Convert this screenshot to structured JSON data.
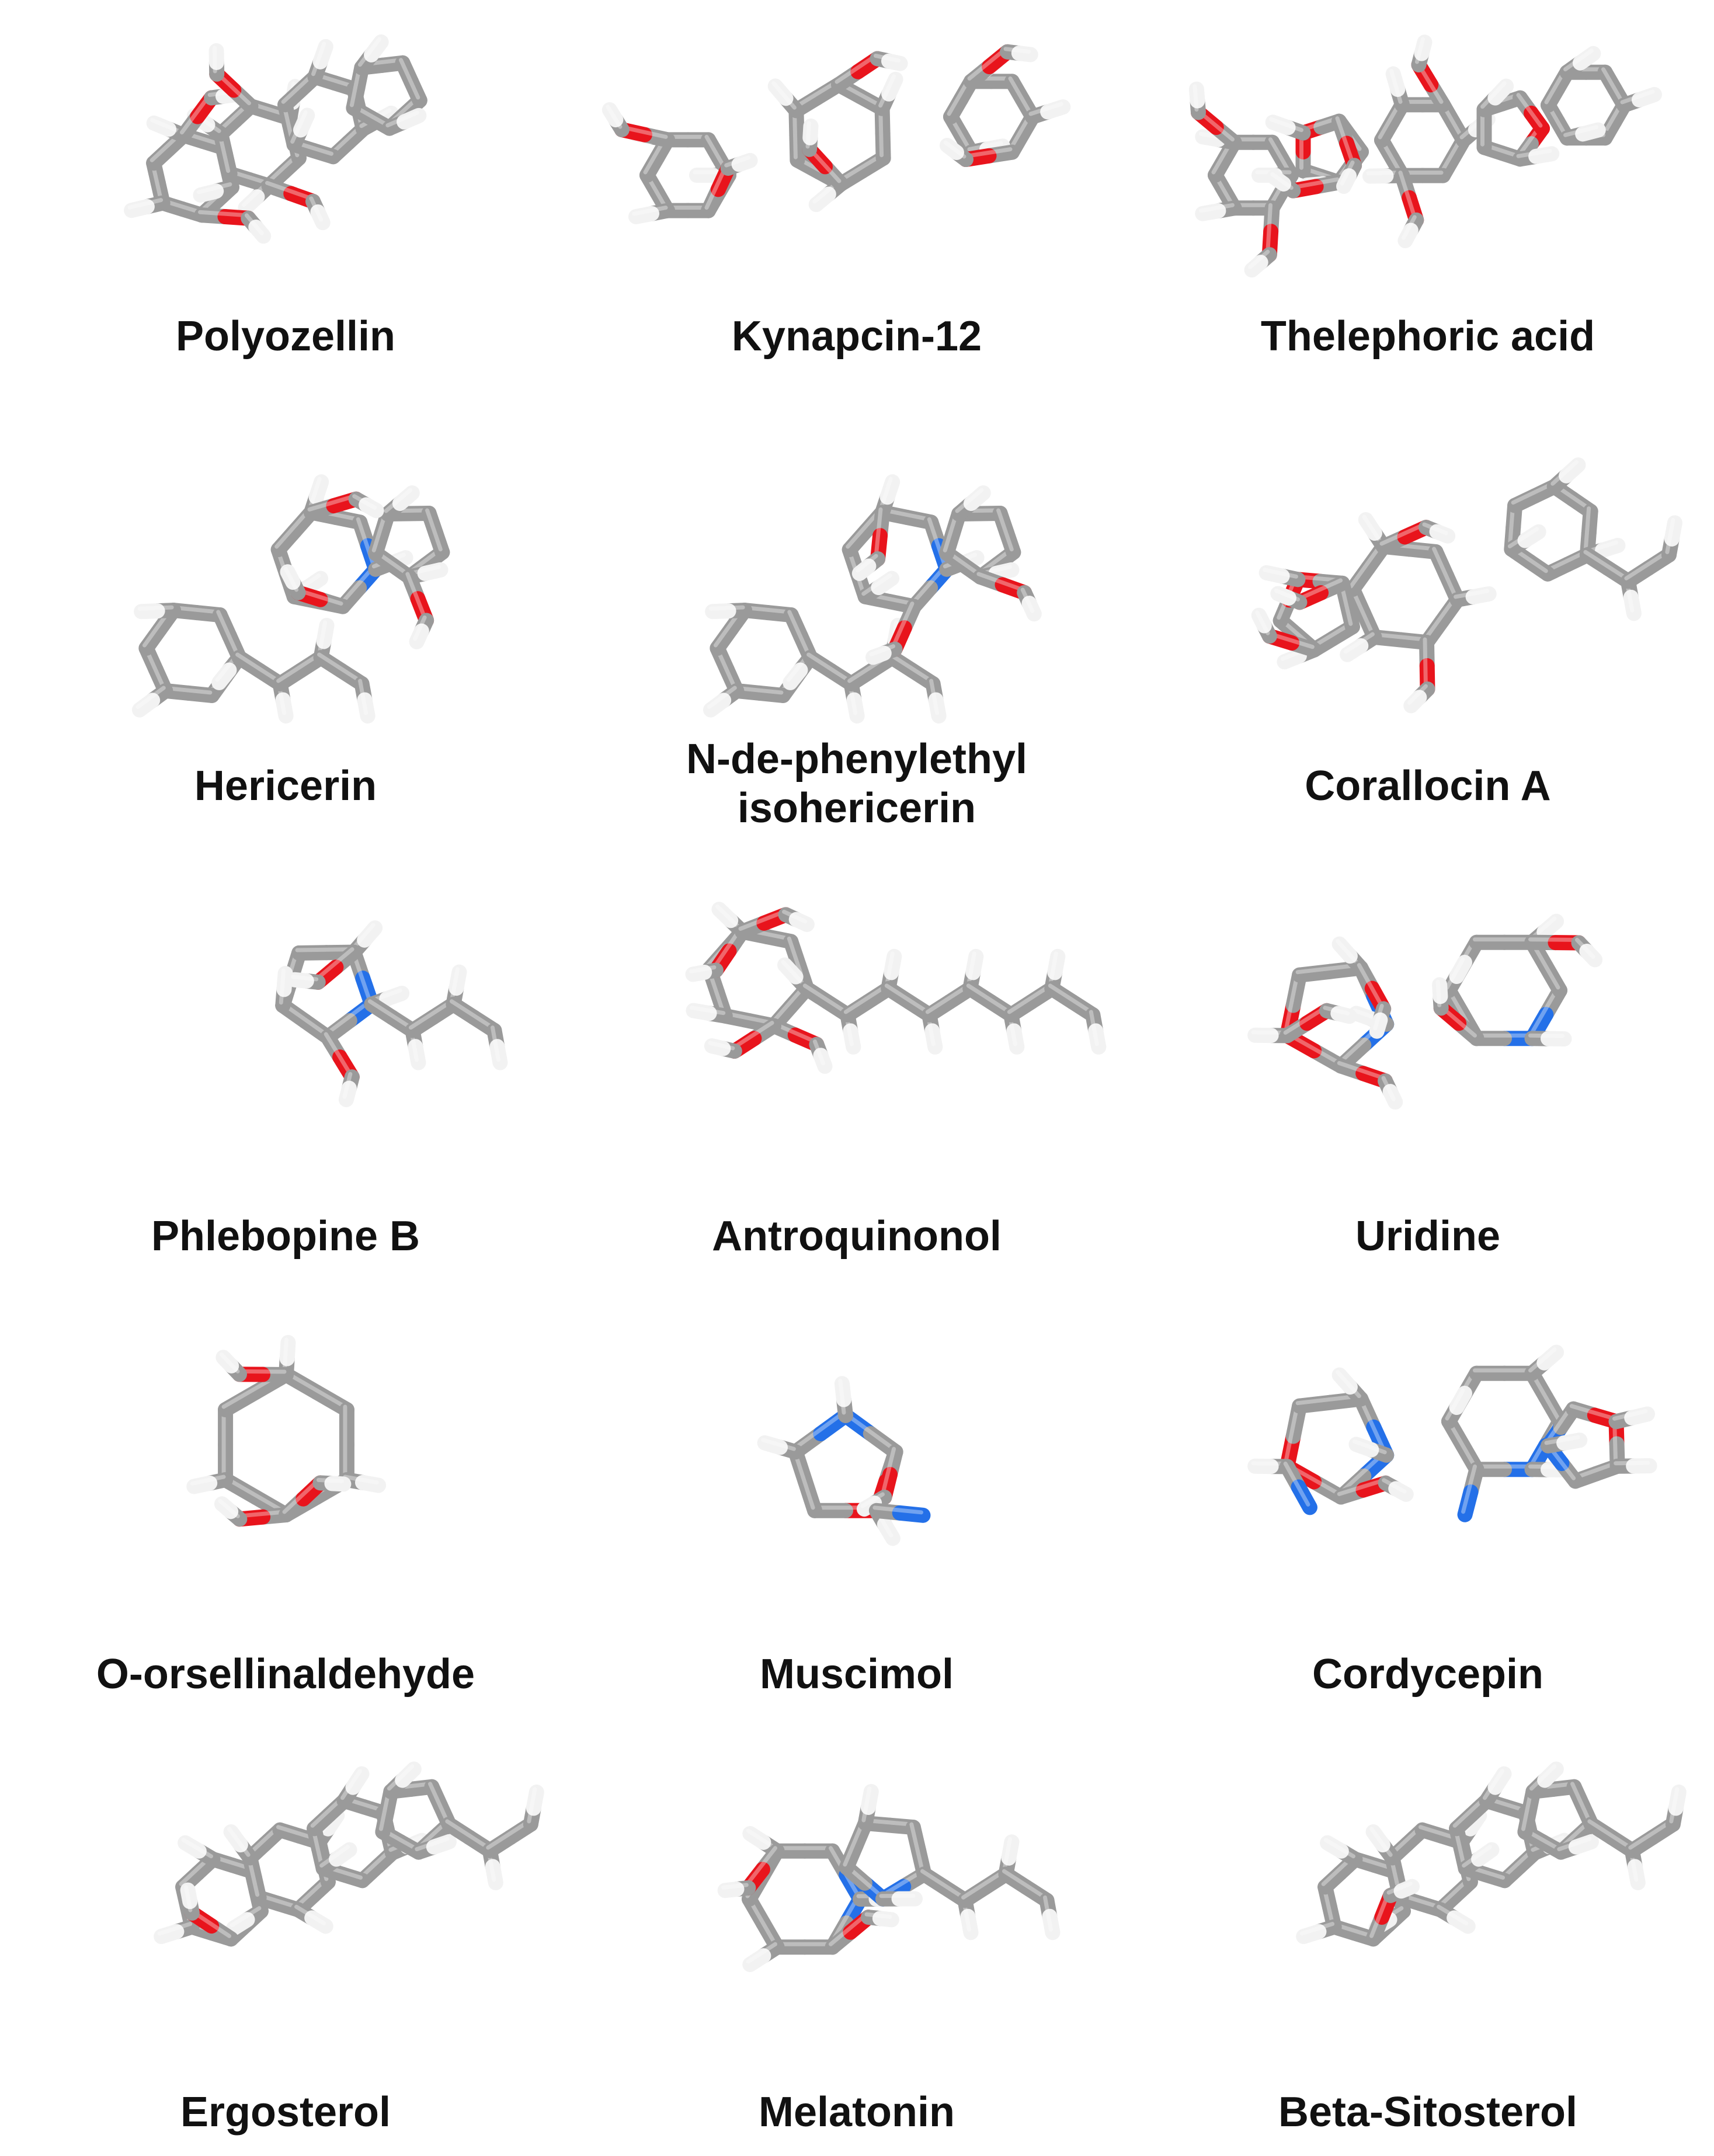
{
  "colors": {
    "carbon": "#9a9a9a",
    "carbon_highlight": "#c4c4c4",
    "hydrogen": "#f2f2f2",
    "oxygen": "#e8141c",
    "nitrogen": "#2470e8",
    "label": "#111111",
    "background": "#ffffff"
  },
  "molecules": [
    {
      "label": "Polyozellin",
      "type": "steroid",
      "o": 4,
      "n": 0
    },
    {
      "label": "Kynapcin-12",
      "type": "terphenyl",
      "o": 6,
      "n": 0
    },
    {
      "label": "Thelephoric acid",
      "type": "fused5",
      "o": 8,
      "n": 0
    },
    {
      "label": "Hericerin",
      "type": "isoindolinone_chain",
      "o": 3,
      "n": 1
    },
    {
      "label": "N-de-phenylethyl\nisohericerin",
      "type": "isoindolinone_chain",
      "o": 3,
      "n": 1
    },
    {
      "label": "Corallocin A",
      "type": "phthalide",
      "o": 5,
      "n": 0
    },
    {
      "label": "Phlebopine B",
      "type": "pyrrole",
      "o": 2,
      "n": 1
    },
    {
      "label": "Antroquinonol",
      "type": "long_chain",
      "o": 4,
      "n": 0
    },
    {
      "label": "Uridine",
      "type": "nucleoside",
      "o": 6,
      "n": 2
    },
    {
      "label": "O-orsellinaldehyde",
      "type": "benzene",
      "o": 3,
      "n": 0
    },
    {
      "label": "Muscimol",
      "type": "isoxazole",
      "o": 2,
      "n": 2
    },
    {
      "label": "Cordycepin",
      "type": "nucleoside",
      "o": 3,
      "n": 5
    },
    {
      "label": "Ergosterol",
      "type": "steroid_long",
      "o": 1,
      "n": 0
    },
    {
      "label": "Melatonin",
      "type": "indole",
      "o": 2,
      "n": 2
    },
    {
      "label": "Beta-Sitosterol",
      "type": "steroid_long",
      "o": 1,
      "n": 0
    }
  ]
}
